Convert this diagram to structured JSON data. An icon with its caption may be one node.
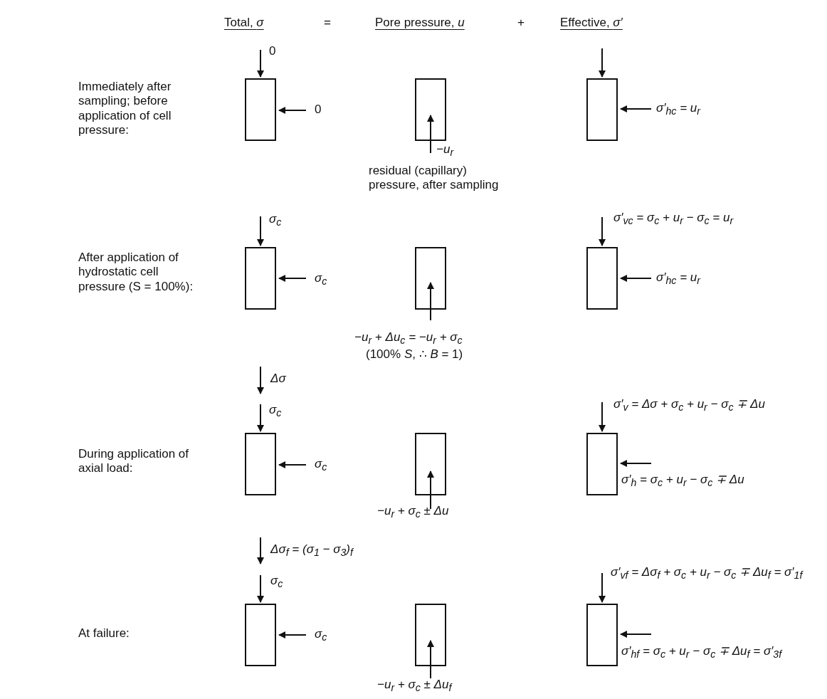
{
  "diagram": {
    "nodes": [
      {
        "text": [],
        "shape": "box"
      },
      {
        "text": [],
        "shape": "box"
      },
      {
        "text": [],
        "shape": "box"
      },
      {
        "text": [],
        "shape": "box"
      },
      {
        "text": [],
        "shape": "box"
      },
      {
        "text": [],
        "shape": "box"
      },
      {
        "text": [],
        "shape": "box"
      },
      {
        "text": [],
        "shape": "box"
      },
      {
        "text": [],
        "shape": "box"
      },
      {
        "text": [],
        "shape": "box"
      },
      {
        "text": [],
        "shape": "box"
      },
      {
        "text": [],
        "shape": "box"
      }
    ],
    "labels": [
      "Total, *σ*",
      "=",
      "Pore pressure, *u*",
      "+",
      "Effective, *σ′*",
      "0",
      "Immediately after sampling; before application of cell pressure:",
      "0",
      "σ′$_{hc}$ = u$_{r}$",
      "−u$_{r}$",
      "residual (capillary) pressure, after sampling",
      "σ$_{c}$",
      "σ′$_{vc}$ = σ$_{c}$ + u$_{r}$ − σ$_{c}$ = u$_{r}$",
      "After application of hydrostatic cell pressure (S = 100%):",
      "σ$_{c}$",
      "σ′$_{hc}$ = u$_{r}$",
      "−u$_{r}$ + Δu$_{c}$ = −u$_{r}$ + σ$_{c}$",
      "(100% *S*, ∴ *B* = 1)",
      "Δσ",
      "σ$_{c}$",
      "σ′$_{v}$ = Δσ + σ$_{c}$ + u$_{r}$ − σ$_{c}$ ∓ Δu",
      "During application of axial load:",
      "σ$_{c}$",
      "σ′$_{h}$ = σ$_{c}$ + u$_{r}$ − σ$_{c}$ ∓ Δu",
      "−u$_{r}$ + σ$_{c}$ ± Δu",
      "Δσ$_{f}$ = (σ$_{1}$ − σ$_{3}$)$_{f}$",
      "σ$_{c}$",
      "σ′$_{vf}$ = Δσ$_{f}$ + σ$_{c}$ + u$_{r}$ − σ$_{c}$ ∓ Δu$_{f}$ = σ′$_{1f}$",
      "At failure:",
      "σ$_{c}$",
      "σ′$_{hf}$ = σ$_{c}$ + u$_{r}$ − σ$_{c}$ ∓ Δu$_{f}$ = σ′$_{3f}$",
      "−u$_{r}$ + σ$_{c}$ ± Δu$_{f}$"
    ]
  }
}
